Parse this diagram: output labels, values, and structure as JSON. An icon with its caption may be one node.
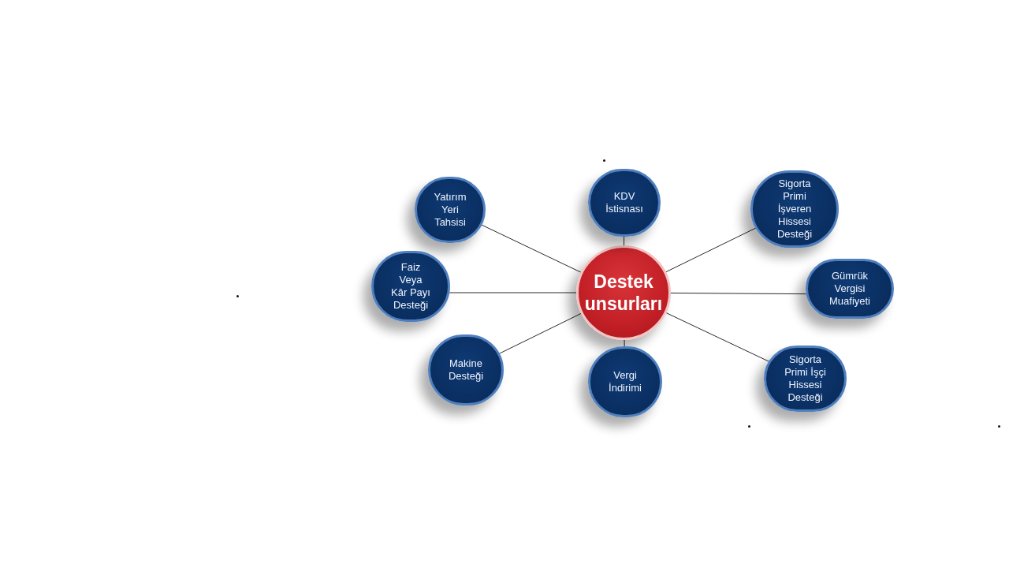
{
  "diagram": {
    "nodes": [
      {
        "text": [
          "Destek unsurları"
        ]
      },
      {
        "text": [
          "Yatırım Yeri Tahsisi"
        ]
      },
      {
        "text": [
          "KDV İstisnası"
        ]
      },
      {
        "text": [
          "Sigorta Primi İşveren Hissesi Desteği"
        ]
      },
      {
        "text": [
          "Faiz Veya Kâr Payı Desteği"
        ]
      },
      {
        "text": [
          "Gümrük Vergisi Muafiyeti"
        ]
      },
      {
        "text": [
          "Makine Desteği"
        ]
      },
      {
        "text": [
          "Vergi İndirimi"
        ]
      },
      {
        "text": [
          "Sigorta Primi İşçi Hissesi Desteği"
        ]
      }
    ],
    "edges": [
      {
        "from": 0,
        "to": 1,
        "arrow": "none"
      },
      {
        "from": 0,
        "to": 2,
        "arrow": "none"
      },
      {
        "from": 0,
        "to": 3,
        "arrow": "none"
      },
      {
        "from": 0,
        "to": 4,
        "arrow": "none"
      },
      {
        "from": 0,
        "to": 5,
        "arrow": "none"
      },
      {
        "from": 0,
        "to": 6,
        "arrow": "none"
      },
      {
        "from": 0,
        "to": 7,
        "arrow": "none"
      },
      {
        "from": 0,
        "to": 8,
        "arrow": "none"
      }
    ]
  }
}
